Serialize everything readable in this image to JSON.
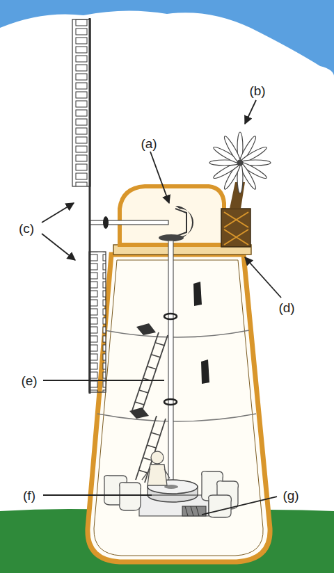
{
  "diagram": {
    "labels": [
      "(a)",
      "(b)",
      "(c)",
      "(d)",
      "(e)",
      "(f)",
      "(g)"
    ]
  }
}
